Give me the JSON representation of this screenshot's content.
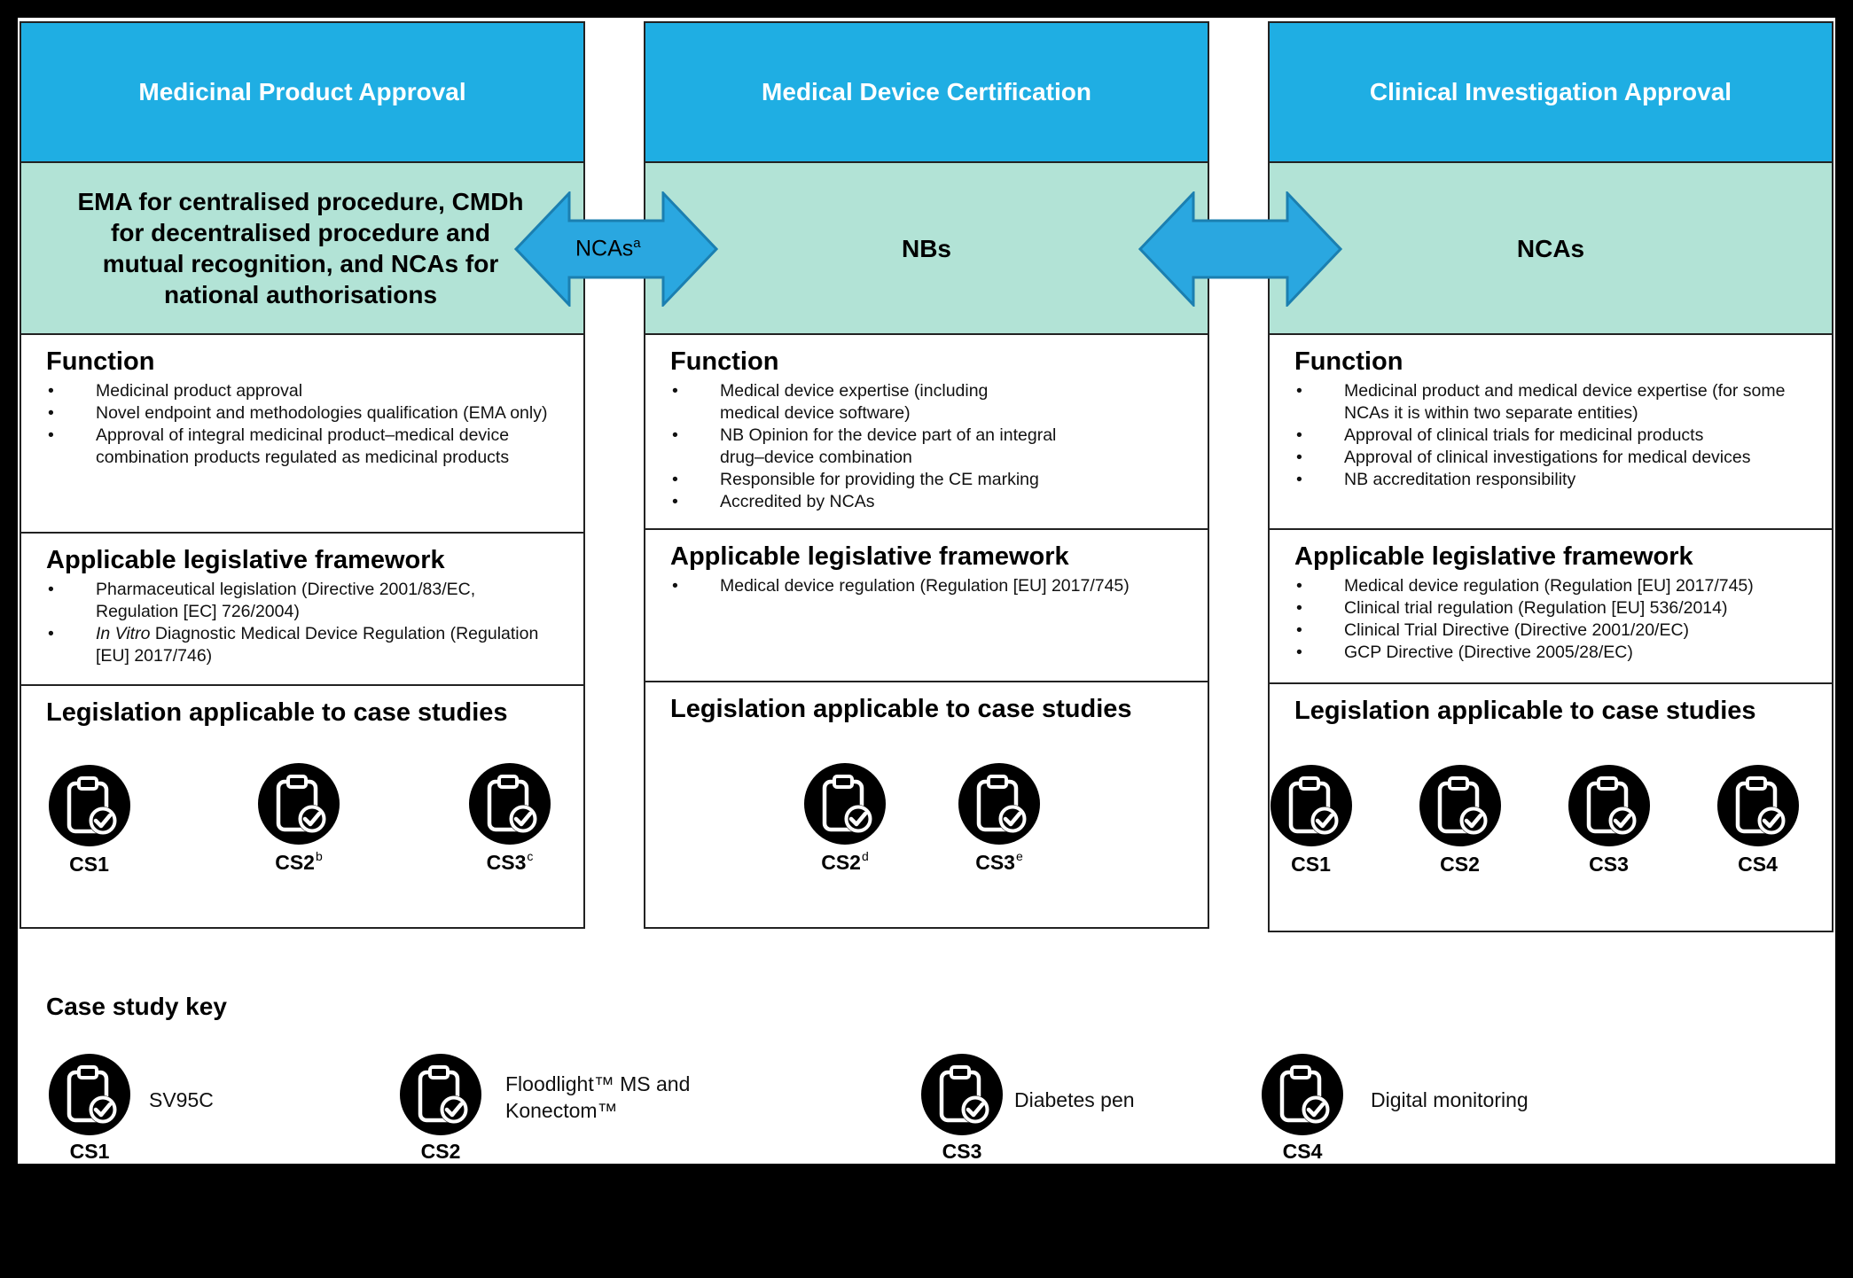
{
  "colors": {
    "header": "#1faee3",
    "authority": "#b2e3d6",
    "arrow": "#2aa7e0"
  },
  "columns": [
    {
      "title": "Medicinal Product Approval",
      "authority": "EMA for centralised procedure, CMDh for decentralised procedure and mutual recognition, and NCAs for national authorisations",
      "function_heading": "Function",
      "functions": [
        "Medicinal product approval",
        "Novel endpoint and methodologies qualification (EMA only)",
        "Approval of integral medicinal product–medical device combination products regulated as medicinal products"
      ],
      "framework_heading": "Applicable legislative framework",
      "framework": [
        "Pharmaceutical legislation (Directive 2001/83/EC, Regulation [EC] 726/2004)",
        "In Vitro Diagnostic Medical Device Regulation (Regulation [EU] 2017/746)"
      ],
      "cases_heading": "Legislation applicable to case studies",
      "cases": [
        {
          "label": "CS1",
          "note": ""
        },
        {
          "label": "CS2",
          "note": "b"
        },
        {
          "label": "CS3",
          "note": "c"
        }
      ]
    },
    {
      "title": "Medical Device Certification",
      "authority": "NBs",
      "function_heading": "Function",
      "functions": [
        "Medical device expertise (including medical device software)",
        "NB Opinion for the device part of an integral drug–device combination",
        "Responsible for providing the CE marking",
        "Accredited by NCAs"
      ],
      "framework_heading": "Applicable legislative framework",
      "framework": [
        "Medical device regulation (Regulation [EU] 2017/745)"
      ],
      "cases_heading": "Legislation applicable to case studies",
      "cases": [
        {
          "label": "CS2",
          "note": "d"
        },
        {
          "label": "CS3",
          "note": "e"
        }
      ]
    },
    {
      "title": "Clinical Investigation Approval",
      "authority": "NCAs",
      "function_heading": "Function",
      "functions": [
        "Medicinal product and medical device expertise (for some NCAs it is within two separate entities)",
        "Approval of clinical trials for medicinal products",
        "Approval of clinical investigations for medical devices",
        "NB accreditation responsibility"
      ],
      "framework_heading": "Applicable legislative framework",
      "framework": [
        "Medical device regulation (Regulation [EU] 2017/745)",
        "Clinical trial regulation (Regulation [EU] 536/2014)",
        "Clinical Trial Directive (Directive 2001/20/EC)",
        "GCP Directive (Directive 2005/28/EC)"
      ],
      "cases_heading": "Legislation applicable to case studies",
      "cases": [
        {
          "label": "CS1",
          "note": ""
        },
        {
          "label": "CS2",
          "note": ""
        },
        {
          "label": "CS3",
          "note": ""
        },
        {
          "label": "CS4",
          "note": ""
        }
      ]
    }
  ],
  "arrows": [
    {
      "label": "NCAs",
      "note": "a"
    },
    {
      "label": "",
      "note": ""
    }
  ],
  "key": {
    "title": "Case study key",
    "items": [
      {
        "label": "CS1",
        "desc": "SV95C"
      },
      {
        "label": "CS2",
        "desc": "Floodlight™ MS and\nKonectom™"
      },
      {
        "label": "CS3",
        "desc": "Diabetes pen"
      },
      {
        "label": "CS4",
        "desc": "Digital monitoring"
      }
    ]
  },
  "icon": "clipboard-check-icon"
}
